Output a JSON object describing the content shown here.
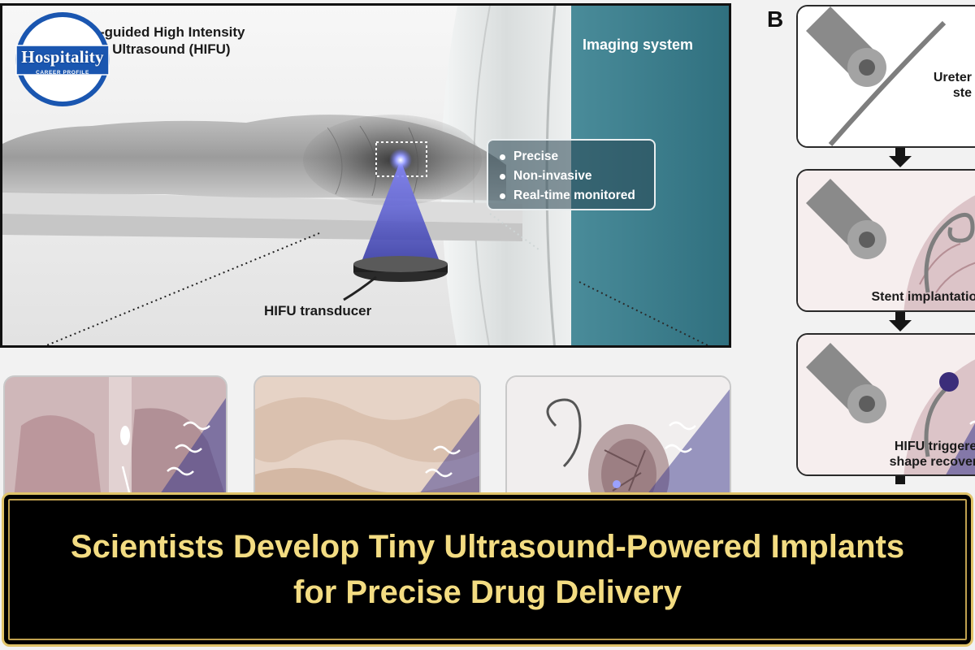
{
  "scene": {
    "title_line1": "-guided High Intensity",
    "title_line2": "d Ultrasound (HIFU)",
    "imaging_label": "Imaging system",
    "features": [
      "Precise",
      "Non-invasive",
      "Real-time monitored"
    ],
    "transducer_label": "HIFU transducer"
  },
  "logo": {
    "name": "Hospitality",
    "tagline": "CAREER PROFILE",
    "colors": {
      "ring": "#1a56b0",
      "fill": "#ffffff"
    }
  },
  "panel_b": {
    "label": "B",
    "steps": [
      {
        "text": "Ureter\nste"
      },
      {
        "text": "Stent implantation"
      },
      {
        "text": "HIFU triggered\nshape recovery"
      }
    ]
  },
  "headline": {
    "line1": "Scientists Develop Tiny Ultrasound-Powered Implants",
    "line2": "for Precise Drug Delivery",
    "colors": {
      "text": "#f3dc82",
      "border": "#e1c46a",
      "background": "#000000"
    }
  },
  "colors": {
    "beam": "#3a3fb8",
    "imaging_wall": "#3d7f8e",
    "accent_glow": "#8a8cff"
  }
}
